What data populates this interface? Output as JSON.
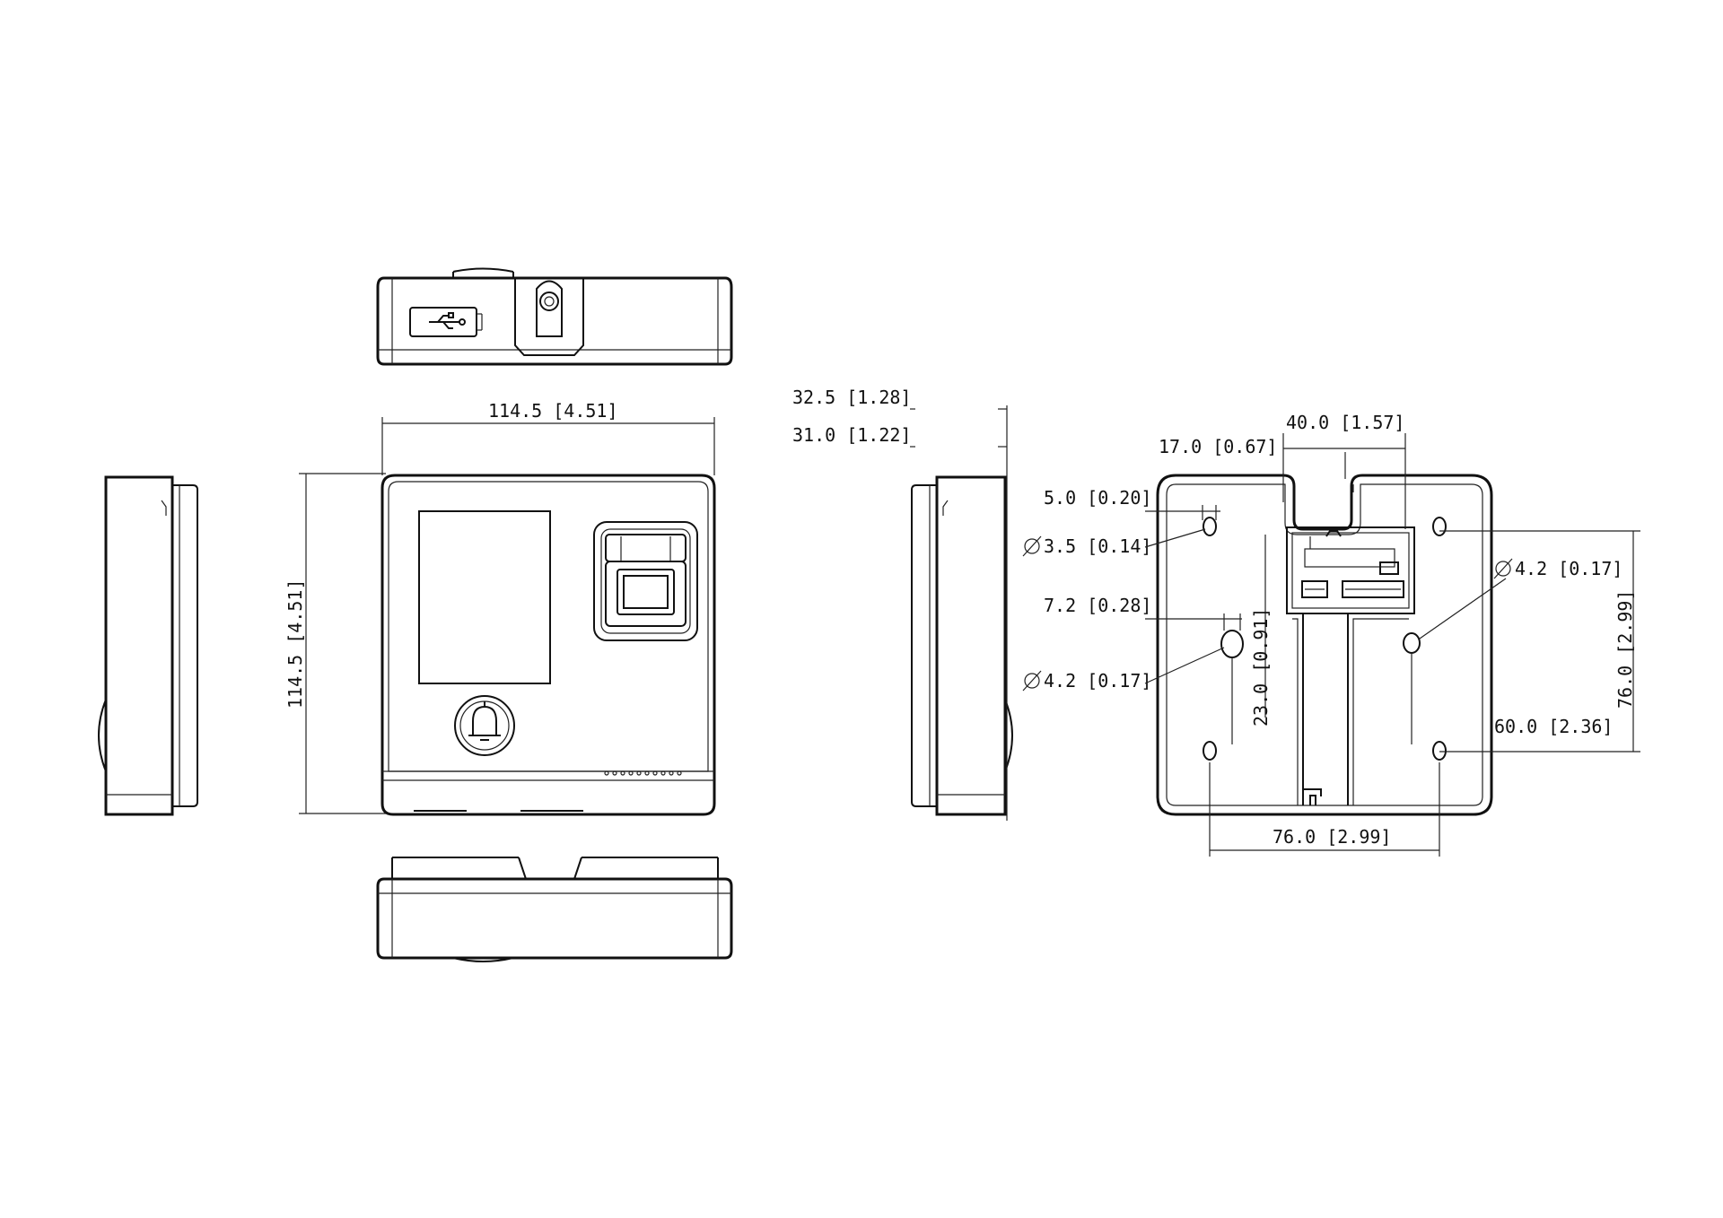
{
  "drawing": {
    "icons": {
      "usb": "usb-icon",
      "bell": "bell-icon"
    },
    "dimensions": {
      "front_width": "114.5 [4.51]",
      "front_height": "114.5 [4.51]",
      "side_depth_total": "32.5 [1.28]",
      "side_depth_body": "31.0 [1.22]",
      "back_top_offset": "17.0 [0.67]",
      "back_connector_width": "40.0 [1.57]",
      "back_hole_offset": "5.0 [0.20]",
      "back_small_hole_dia": "3.5 [0.14]",
      "back_slot_width": "7.2 [0.28]",
      "back_large_hole_dia_left": "4.2 [0.17]",
      "back_large_hole_dia_right": "4.2 [0.17]",
      "back_vertical_offset": "23.0 [0.91]",
      "back_hole_spacing_vertical": "76.0 [2.99]",
      "back_hole_spacing_horizontal": "76.0 [2.99]",
      "back_center_to_bottom": "60.0 [2.36]"
    }
  }
}
